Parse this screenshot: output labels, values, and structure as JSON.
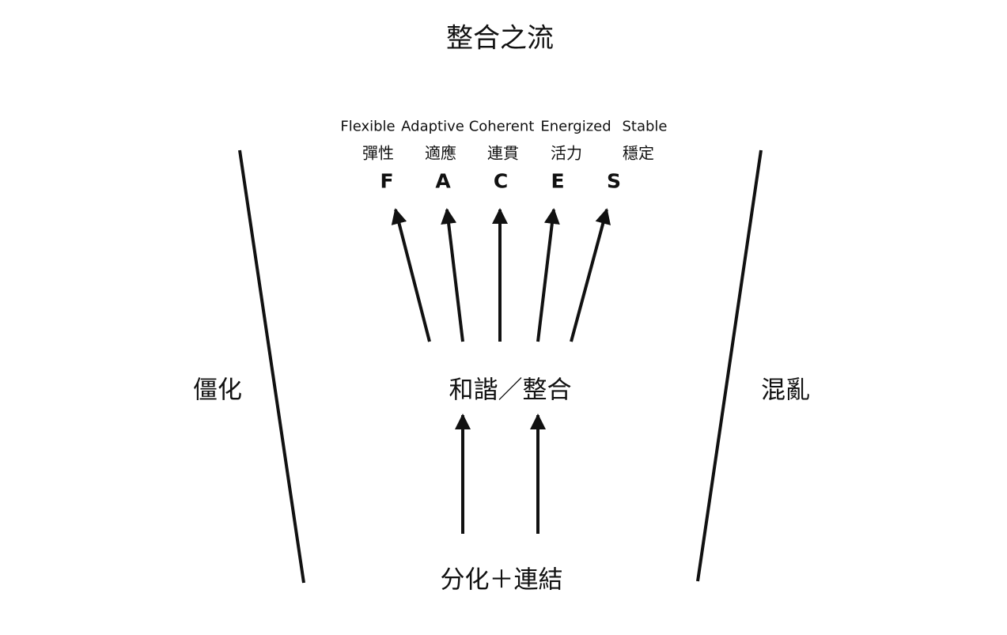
{
  "title": "整合之流",
  "faces": [
    {
      "english": "Flexible",
      "chinese": "彈性",
      "letter": "F"
    },
    {
      "english": "Adaptive",
      "chinese": "適應",
      "letter": "A"
    },
    {
      "english": "Coherent",
      "chinese": "連貫",
      "letter": "C"
    },
    {
      "english": "Energized",
      "chinese": "活力",
      "letter": "E"
    },
    {
      "english": "Stable",
      "chinese": "穩定",
      "letter": "S"
    }
  ],
  "left_label": "僵化",
  "center_label": "和諧／整合",
  "right_label": "混亂",
  "bottom_label": "分化＋連結"
}
